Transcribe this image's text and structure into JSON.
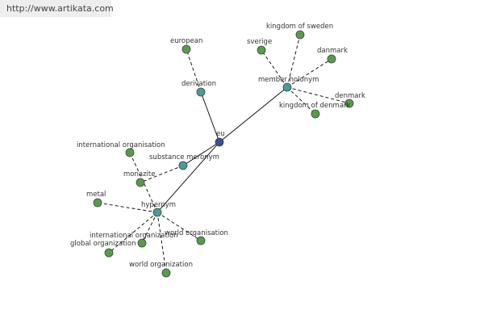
{
  "banner": {
    "url": "http://www.artikata.com"
  },
  "colors": {
    "hub": "#3e4b9c",
    "relation": "#4c9a9c",
    "leaf": "#5a9a4e",
    "node_stroke": "#2f4f2f",
    "edge": "#000000",
    "label": "#333333"
  },
  "graph": {
    "nodes": [
      {
        "id": "eu",
        "label": "eu",
        "kind": "hub"
      },
      {
        "id": "derivation",
        "label": "derivation",
        "kind": "relation"
      },
      {
        "id": "member_holonym",
        "label": "member holonym",
        "kind": "relation"
      },
      {
        "id": "substance_meronym",
        "label": "substance meronym",
        "kind": "relation"
      },
      {
        "id": "hypernym",
        "label": "hypernym",
        "kind": "relation"
      },
      {
        "id": "european",
        "label": "european",
        "kind": "leaf"
      },
      {
        "id": "kingdom_of_sweden",
        "label": "kingdom of sweden",
        "kind": "leaf"
      },
      {
        "id": "sverige",
        "label": "sverige",
        "kind": "leaf"
      },
      {
        "id": "danmark",
        "label": "danmark",
        "kind": "leaf"
      },
      {
        "id": "denmark",
        "label": "denmark",
        "kind": "leaf"
      },
      {
        "id": "kingdom_of_denmark",
        "label": "kingdom of denmark",
        "kind": "leaf"
      },
      {
        "id": "monazite",
        "label": "monazite",
        "kind": "leaf"
      },
      {
        "id": "international_organisation",
        "label": "international organisation",
        "kind": "leaf"
      },
      {
        "id": "metal",
        "label": "metal",
        "kind": "leaf"
      },
      {
        "id": "international_organization",
        "label": "international organization",
        "kind": "leaf"
      },
      {
        "id": "global_organization",
        "label": "global organization",
        "kind": "leaf"
      },
      {
        "id": "world_organisation",
        "label": "world organisation",
        "kind": "leaf"
      },
      {
        "id": "world_organization",
        "label": "world organization",
        "kind": "leaf"
      }
    ],
    "edges": [
      {
        "from": "eu",
        "to": "derivation",
        "style": "solid"
      },
      {
        "from": "eu",
        "to": "member_holonym",
        "style": "solid"
      },
      {
        "from": "eu",
        "to": "substance_meronym",
        "style": "solid"
      },
      {
        "from": "eu",
        "to": "hypernym",
        "style": "solid"
      },
      {
        "from": "derivation",
        "to": "european",
        "style": "dashed"
      },
      {
        "from": "member_holonym",
        "to": "kingdom_of_sweden",
        "style": "dashed"
      },
      {
        "from": "member_holonym",
        "to": "sverige",
        "style": "dashed"
      },
      {
        "from": "member_holonym",
        "to": "danmark",
        "style": "dashed"
      },
      {
        "from": "member_holonym",
        "to": "denmark",
        "style": "dashed"
      },
      {
        "from": "member_holonym",
        "to": "kingdom_of_denmark",
        "style": "dashed"
      },
      {
        "from": "substance_meronym",
        "to": "monazite",
        "style": "dashed"
      },
      {
        "from": "hypernym",
        "to": "international_organisation",
        "style": "dashed"
      },
      {
        "from": "hypernym",
        "to": "metal",
        "style": "dashed"
      },
      {
        "from": "hypernym",
        "to": "international_organization",
        "style": "dashed"
      },
      {
        "from": "hypernym",
        "to": "global_organization",
        "style": "dashed"
      },
      {
        "from": "hypernym",
        "to": "world_organisation",
        "style": "dashed"
      },
      {
        "from": "hypernym",
        "to": "world_organization",
        "style": "dashed"
      }
    ]
  }
}
